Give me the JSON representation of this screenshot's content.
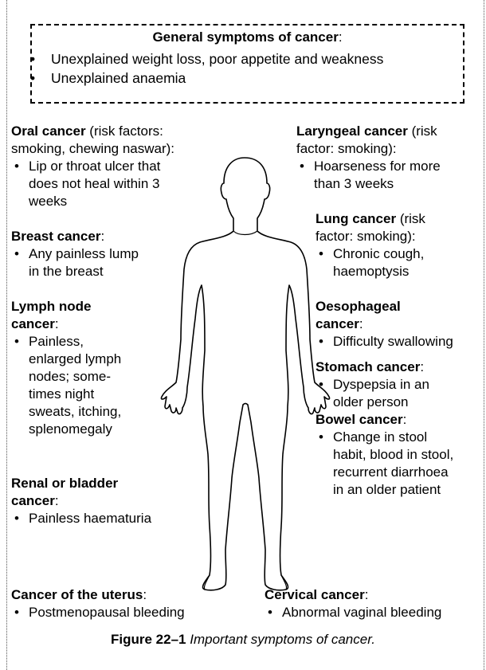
{
  "general": {
    "title": "General symptoms of cancer",
    "colon": ":",
    "items": [
      "Unexplained weight loss, poor appetite and weakness",
      "Unexplained anaemia"
    ]
  },
  "left": {
    "oral": {
      "head": "Oral cancer",
      "rest_line1": " (risk factors:",
      "line2": "smoking, chewing naswar):",
      "items": [
        "Lip or throat ulcer that",
        "does not heal within 3",
        "weeks"
      ]
    },
    "breast": {
      "head": "Breast cancer",
      "rest": ":",
      "items": [
        "Any painless lump",
        "in the breast"
      ]
    },
    "lymph": {
      "head1": "Lymph node",
      "head2": "cancer",
      "rest": ":",
      "items": [
        "Painless,",
        "enlarged lymph",
        "nodes; some-",
        "times night",
        "sweats, itching,",
        "splenomegaly"
      ]
    },
    "renal": {
      "head1": "Renal or bladder",
      "head2": "cancer",
      "rest": ":",
      "items": [
        "Painless haematuria"
      ]
    },
    "uterus": {
      "head": "Cancer of the uterus",
      "rest": ":",
      "items": [
        "Postmenopausal bleeding"
      ]
    }
  },
  "right": {
    "laryngeal": {
      "head": "Laryngeal cancer",
      "rest_line1": " (risk",
      "line2": "factor: smoking):",
      "items": [
        "Hoarseness for more",
        "than 3 weeks"
      ]
    },
    "lung": {
      "head": "Lung cancer",
      "rest_line1": " (risk",
      "line2": "factor: smoking):",
      "items": [
        "Chronic cough,",
        "haemoptysis"
      ]
    },
    "oesophageal": {
      "head1": "Oesophageal",
      "head2": "cancer",
      "rest": ":",
      "items": [
        "Difficulty swallowing"
      ]
    },
    "stomach": {
      "head": "Stomach cancer",
      "rest": ":",
      "items": [
        "Dyspepsia in an",
        "older person"
      ]
    },
    "bowel": {
      "head": "Bowel cancer",
      "rest": ":",
      "items": [
        "Change in stool",
        "habit, blood in stool,",
        "recurrent diarrhoea",
        "in an older patient"
      ]
    },
    "cervical": {
      "head": "Cervical cancer",
      "rest": ":",
      "items": [
        "Abnormal vaginal bleeding"
      ]
    }
  },
  "caption": {
    "fig_num": "Figure 22–1",
    "fig_text": " Important symptoms of cancer."
  }
}
